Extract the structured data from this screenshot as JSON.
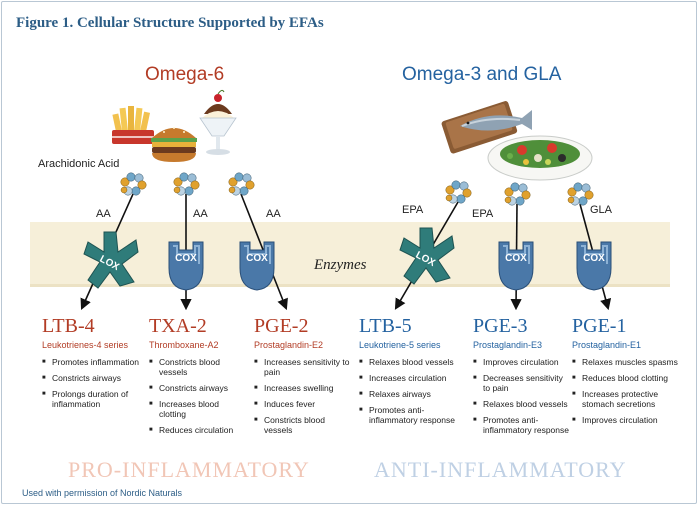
{
  "figure": {
    "title": "Figure 1. Cellular Structure Supported by EFAs",
    "credit": "Used with permission of Nordic Naturals",
    "band_label": "Enzymes"
  },
  "colors": {
    "title_blue": "#2c5d86",
    "omega6_red": "#b23c25",
    "omega3_blue": "#2462a0",
    "pro_summary": "#f1c6b6",
    "anti_summary": "#bfd0e4",
    "band": "#f6efd9",
    "lox_teal": "#2f7c7a",
    "cox_blue": "#4a78a8"
  },
  "groups": {
    "omega6": {
      "title": "Omega-6",
      "source_label": "Arachidonic Acid",
      "food_icon": "fast-food-icon"
    },
    "omega3": {
      "title": "Omega-3 and GLA",
      "food_icon": "fish-salad-icon"
    }
  },
  "enzymes": [
    {
      "name": "LOX",
      "substrate": "AA",
      "icon": "lox-receptor-icon"
    },
    {
      "name": "COX",
      "substrate": "AA",
      "icon": "cox-receptor-icon"
    },
    {
      "name": "COX",
      "substrate": "AA",
      "icon": "cox-receptor-icon"
    },
    {
      "name": "LOX",
      "substrate": "EPA",
      "icon": "lox-receptor-icon"
    },
    {
      "name": "COX",
      "substrate": "EPA",
      "icon": "cox-receptor-icon"
    },
    {
      "name": "COX",
      "substrate": "GLA",
      "icon": "cox-receptor-icon"
    }
  ],
  "products": [
    {
      "abbr": "LTB-4",
      "name": "Leukotrienes-4 series",
      "effects": [
        "Promotes inflammation",
        "Constricts airways",
        "Prolongs duration of inflammation"
      ]
    },
    {
      "abbr": "TXA-2",
      "name": "Thromboxane-A2",
      "effects": [
        "Constricts blood vessels",
        "Constricts airways",
        "Increases blood clotting",
        "Reduces circulation"
      ]
    },
    {
      "abbr": "PGE-2",
      "name": "Prostaglandin-E2",
      "effects": [
        "Increases sensitivity to pain",
        "Increases swelling",
        "Induces fever",
        "Constricts blood vessels"
      ]
    },
    {
      "abbr": "LTB-5",
      "name": "Leukotriene-5 series",
      "effects": [
        "Relaxes blood vessels",
        "Increases circulation",
        "Relaxes airways",
        "Promotes anti-inflammatory response"
      ]
    },
    {
      "abbr": "PGE-3",
      "name": "Prostaglandin-E3",
      "effects": [
        "Improves circulation",
        "Decreases sensitivity to pain",
        "Relaxes blood vessels",
        "Promotes anti-inflammatory response"
      ]
    },
    {
      "abbr": "PGE-1",
      "name": "Prostaglandin-E1",
      "effects": [
        "Relaxes muscles spasms",
        "Reduces blood clotting",
        "Increases protective stomach secretions",
        "Improves circulation"
      ]
    }
  ],
  "summary": {
    "pro": "PRO-INFLAMMATORY",
    "anti": "ANTI-INFLAMMATORY"
  }
}
